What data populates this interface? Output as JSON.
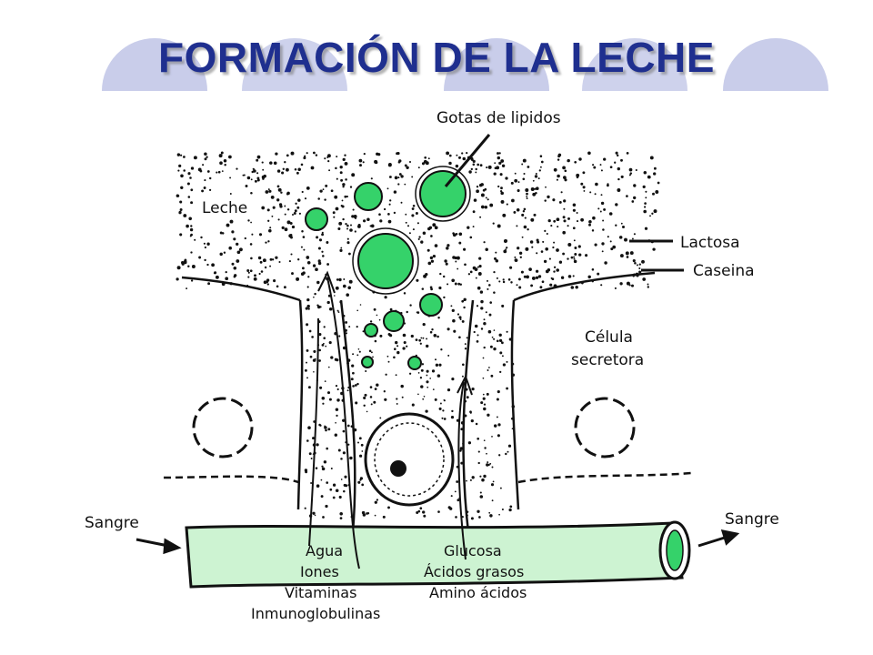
{
  "slide": {
    "title": "FORMACIÓN DE LA LECHE"
  },
  "colors": {
    "title": "#1f2f8f",
    "decor": "#c9cdea",
    "lipid_green": "#35d26a",
    "vessel_green": "#cdf3d2"
  },
  "labels": {
    "lipid_drops": "Gotas de lipidos",
    "milk": "Leche",
    "lactose": "Lactosa",
    "casein": "Caseina",
    "secretory_cell_line1": "Célula",
    "secretory_cell_line2": "secretora",
    "blood_in": "Sangre",
    "blood_out": "Sangre"
  },
  "inputs_left": [
    "Agua",
    "Iones",
    "Vitaminas",
    "Inmunoglobulinas"
  ],
  "inputs_right": [
    "Glucosa",
    "Ácidos grasos",
    "Amino ácidos"
  ]
}
